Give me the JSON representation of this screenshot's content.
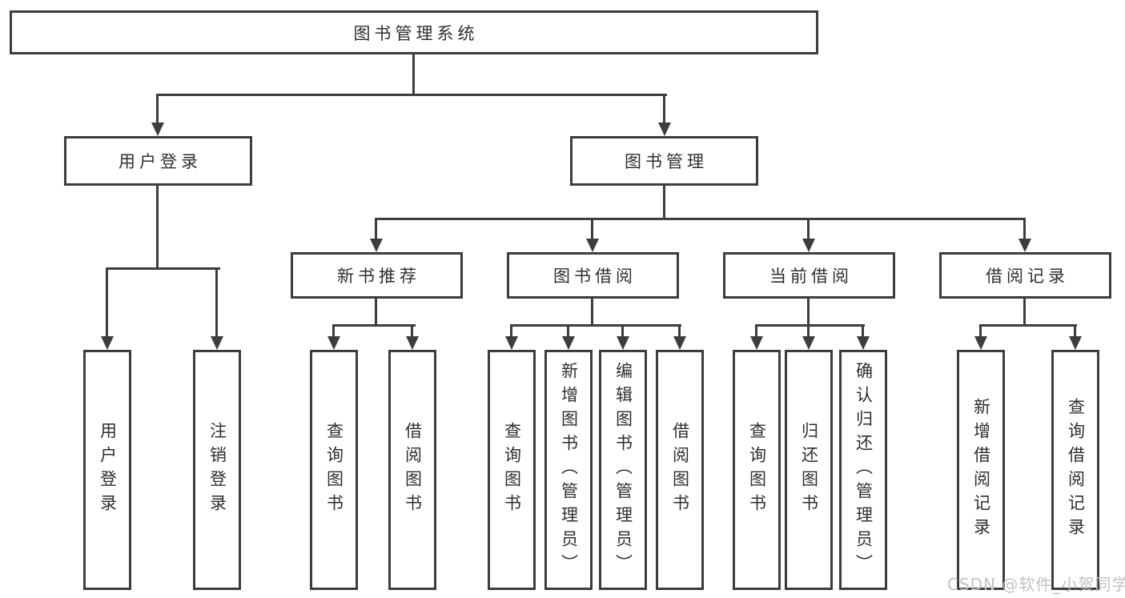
{
  "diagram": {
    "title_node": "图书管理系统",
    "level2": [
      "用户登录",
      "图书管理"
    ],
    "level3": [
      "新书推荐",
      "图书借阅",
      "当前借阅",
      "借阅记录"
    ],
    "leaves": {
      "user_login": [
        "用户登录",
        "注销登录"
      ],
      "new_book_recommend": [
        "查询图书",
        "借阅图书"
      ],
      "book_borrow": [
        "查询图书",
        "新增图书（管理员）",
        "编辑图书（管理员）",
        "借阅图书"
      ],
      "current_borrow": [
        "查询图书",
        "归还图书",
        "确认归还（管理员）"
      ],
      "borrow_record": [
        "新增借阅记录",
        "查询借阅记录"
      ]
    },
    "colors": {
      "line": "#3d3d3d",
      "text": "#2f2f2f",
      "box_bg": "#ffffff",
      "watermark": "#c2c2c2"
    },
    "watermark": "CSDN @软件_小贺同学"
  }
}
